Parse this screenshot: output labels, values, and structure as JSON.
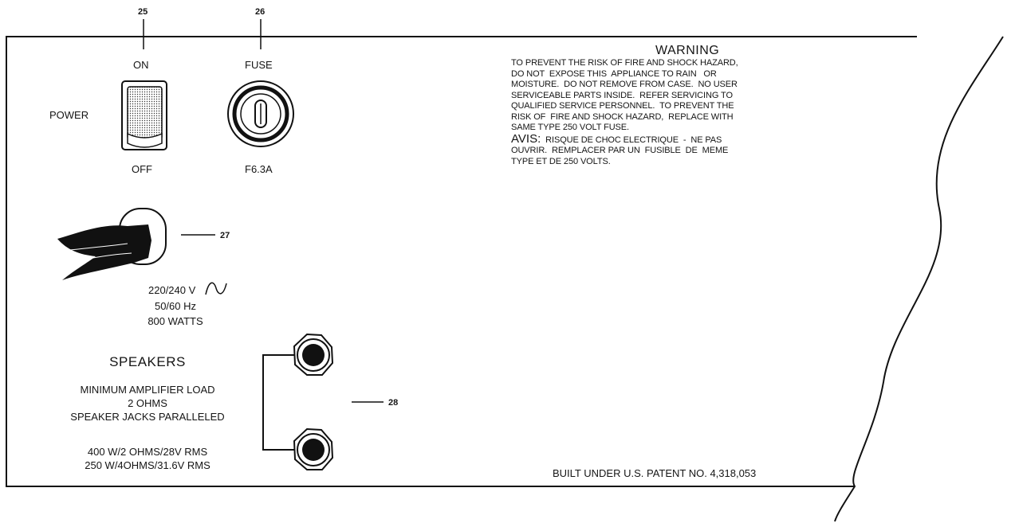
{
  "callouts": {
    "c25": "25",
    "c26": "26",
    "c27": "27",
    "c28": "28"
  },
  "power": {
    "label": "POWER",
    "on": "ON",
    "off": "OFF"
  },
  "fuse": {
    "label": "FUSE",
    "rating": "F6.3A"
  },
  "mains": {
    "voltage": "220/240 V",
    "frequency": "50/60 Hz",
    "wattage": "800 WATTS"
  },
  "speakers": {
    "title": "SPEAKERS",
    "lines": [
      "MINIMUM AMPLIFIER LOAD",
      "2 OHMS",
      "SPEAKER JACKS PARALLELED"
    ],
    "ratings": [
      "400 W/2 OHMS/28V RMS",
      "250 W/4OHMS/31.6V RMS"
    ]
  },
  "warning": {
    "title": "WARNING",
    "body": [
      "TO PREVENT THE RISK OF FIRE AND SHOCK HAZARD,",
      "DO NOT  EXPOSE THIS  APPLIANCE TO RAIN   OR",
      "MOISTURE.  DO NOT REMOVE FROM CASE.  NO USER",
      "SERVICEABLE PARTS INSIDE.  REFER SERVICING TO",
      "QUALIFIED SERVICE PERSONNEL.  TO PREVENT THE",
      "RISK OF  FIRE AND SHOCK HAZARD,  REPLACE WITH",
      "SAME TYPE 250 VOLT FUSE."
    ],
    "avis_head": "AVIS:",
    "avis_first": "  RISQUE DE CHOC ELECTRIQUE  -  NE PAS",
    "avis_lines": [
      "OUVRIR.  REMPLACER PAR UN  FUSIBLE  DE  MEME",
      "TYPE ET DE 250 VOLTS."
    ]
  },
  "patent": "BUILT UNDER U.S. PATENT NO. 4,318,053"
}
